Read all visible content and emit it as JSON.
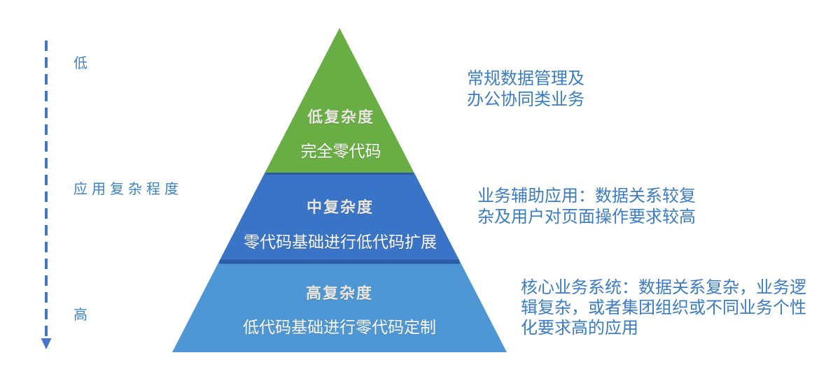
{
  "colors": {
    "tier1_fill": "#69ae44",
    "tier2_fill": "#3a74c6",
    "tier3_fill": "#4f97d4",
    "tier_edge": "#2c5ca8",
    "arrow": "#4477c8",
    "text_blue": "#3b7cc4"
  },
  "axis": {
    "top_label": "低",
    "mid_label": "应用复杂程度",
    "bottom_label": "高"
  },
  "pyramid": {
    "tiers": [
      {
        "title": "低复杂度",
        "subtitle": "完全零代码",
        "annotation": "常规数据管理及\n办公协同类业务"
      },
      {
        "title": "中复杂度",
        "subtitle": "零代码基础进行低代码扩展",
        "annotation": "业务辅助应用：数据关系较复\n杂及用户对页面操作要求较高"
      },
      {
        "title": "高复杂度",
        "subtitle": "低代码基础进行零代码定制",
        "annotation": "核心业务系统：数据关系复杂，业务逻\n辑复杂，或者集团组织或不同业务个性\n化要求高的应用"
      }
    ]
  }
}
